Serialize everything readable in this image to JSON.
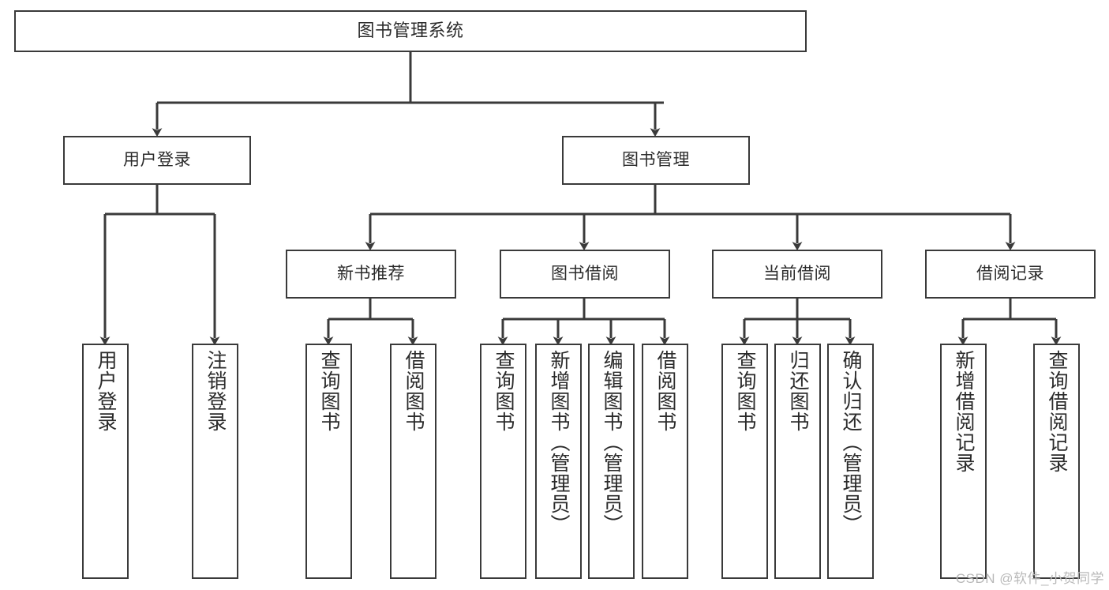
{
  "diagram": {
    "title": "图书管理系统",
    "type": "tree-hierarchy-diagram",
    "watermark": "CSDN @软件_小贺同学",
    "colors": {
      "stroke": "#3a3a3a",
      "text": "#2b2b2b",
      "background": "#ffffff",
      "watermark": "#b9b9b9"
    },
    "nodes": {
      "root": {
        "label": "图书管理系统"
      },
      "level2": [
        {
          "id": "user-login",
          "label": "用户登录"
        },
        {
          "id": "book-management",
          "label": "图书管理"
        }
      ],
      "level3": [
        {
          "id": "new-book-recommend",
          "label": "新书推荐"
        },
        {
          "id": "book-borrow",
          "label": "图书借阅"
        },
        {
          "id": "current-borrow",
          "label": "当前借阅"
        },
        {
          "id": "borrow-record",
          "label": "借阅记录"
        }
      ],
      "leaves": {
        "user-login": [
          {
            "id": "user-login-action",
            "label": "用户登录"
          },
          {
            "id": "user-logout-action",
            "label": "注销登录"
          }
        ],
        "new-book-recommend": [
          {
            "id": "query-book-1",
            "label": "查询图书"
          },
          {
            "id": "borrow-book-1",
            "label": "借阅图书"
          }
        ],
        "book-borrow": [
          {
            "id": "query-book-2",
            "label": "查询图书"
          },
          {
            "id": "add-book",
            "label": "新增图书（管理员）"
          },
          {
            "id": "edit-book",
            "label": "编辑图书（管理员）"
          },
          {
            "id": "borrow-book-2",
            "label": "借阅图书"
          }
        ],
        "current-borrow": [
          {
            "id": "query-book-3",
            "label": "查询图书"
          },
          {
            "id": "return-book",
            "label": "归还图书"
          },
          {
            "id": "confirm-return",
            "label": "确认归还（管理员）"
          }
        ],
        "borrow-record": [
          {
            "id": "add-borrow-record",
            "label": "新增借阅记录"
          },
          {
            "id": "query-borrow-record",
            "label": "查询借阅记录"
          }
        ]
      }
    }
  }
}
